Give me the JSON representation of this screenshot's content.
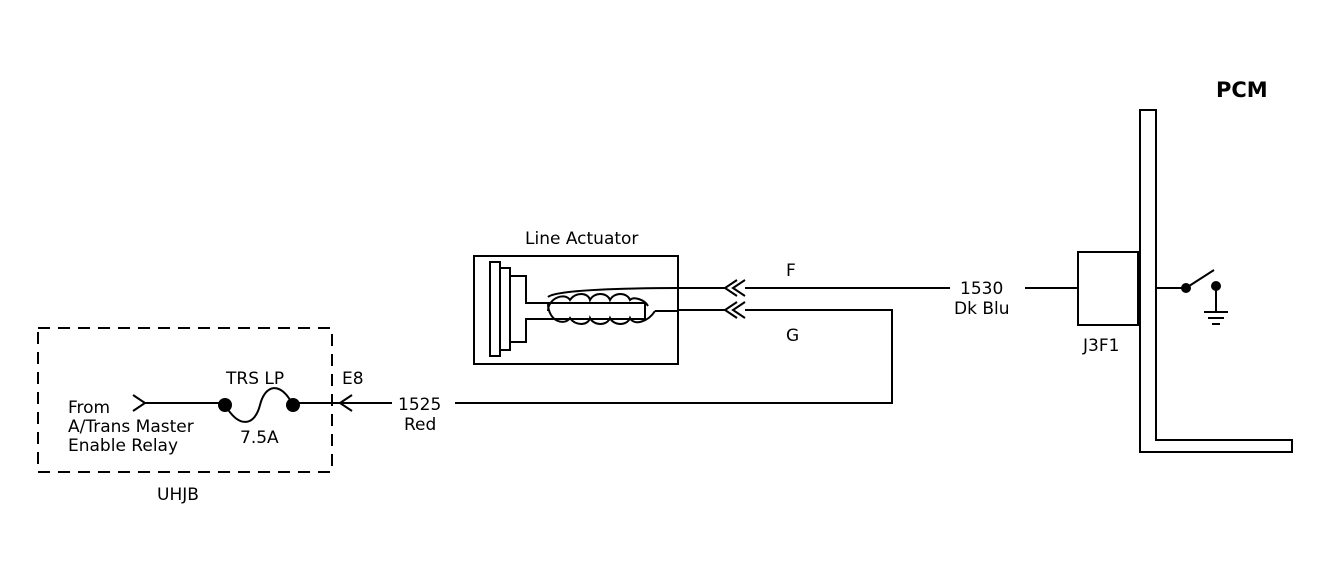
{
  "pcm": {
    "label": "PCM",
    "connector": "J3F1"
  },
  "uhjb": {
    "label": "UHJB",
    "from_line1": "From",
    "from_line2": "A/Trans Master",
    "from_line3": "Enable Relay",
    "fuse_name": "TRS LP",
    "fuse_rating": "7.5A",
    "terminal": "E8"
  },
  "actuator": {
    "label": "Line Actuator",
    "pin_top": "F",
    "pin_bottom": "G"
  },
  "wires": {
    "top_circuit": "1530",
    "top_color": "Dk Blu",
    "bottom_circuit": "1525",
    "bottom_color": "Red"
  }
}
